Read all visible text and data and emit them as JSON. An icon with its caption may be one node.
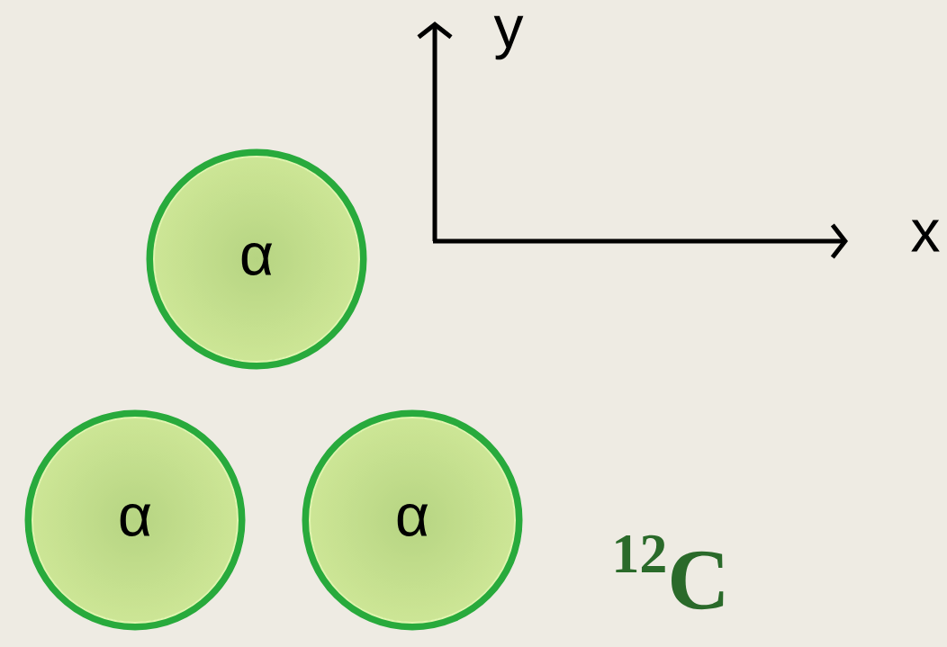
{
  "diagram": {
    "nodes": [
      {
        "text": [
          "α"
        ]
      },
      {
        "text": [
          "α"
        ]
      },
      {
        "text": [
          "α"
        ]
      }
    ],
    "labels": [
      "y",
      "x",
      "$^{12}$C"
    ]
  }
}
